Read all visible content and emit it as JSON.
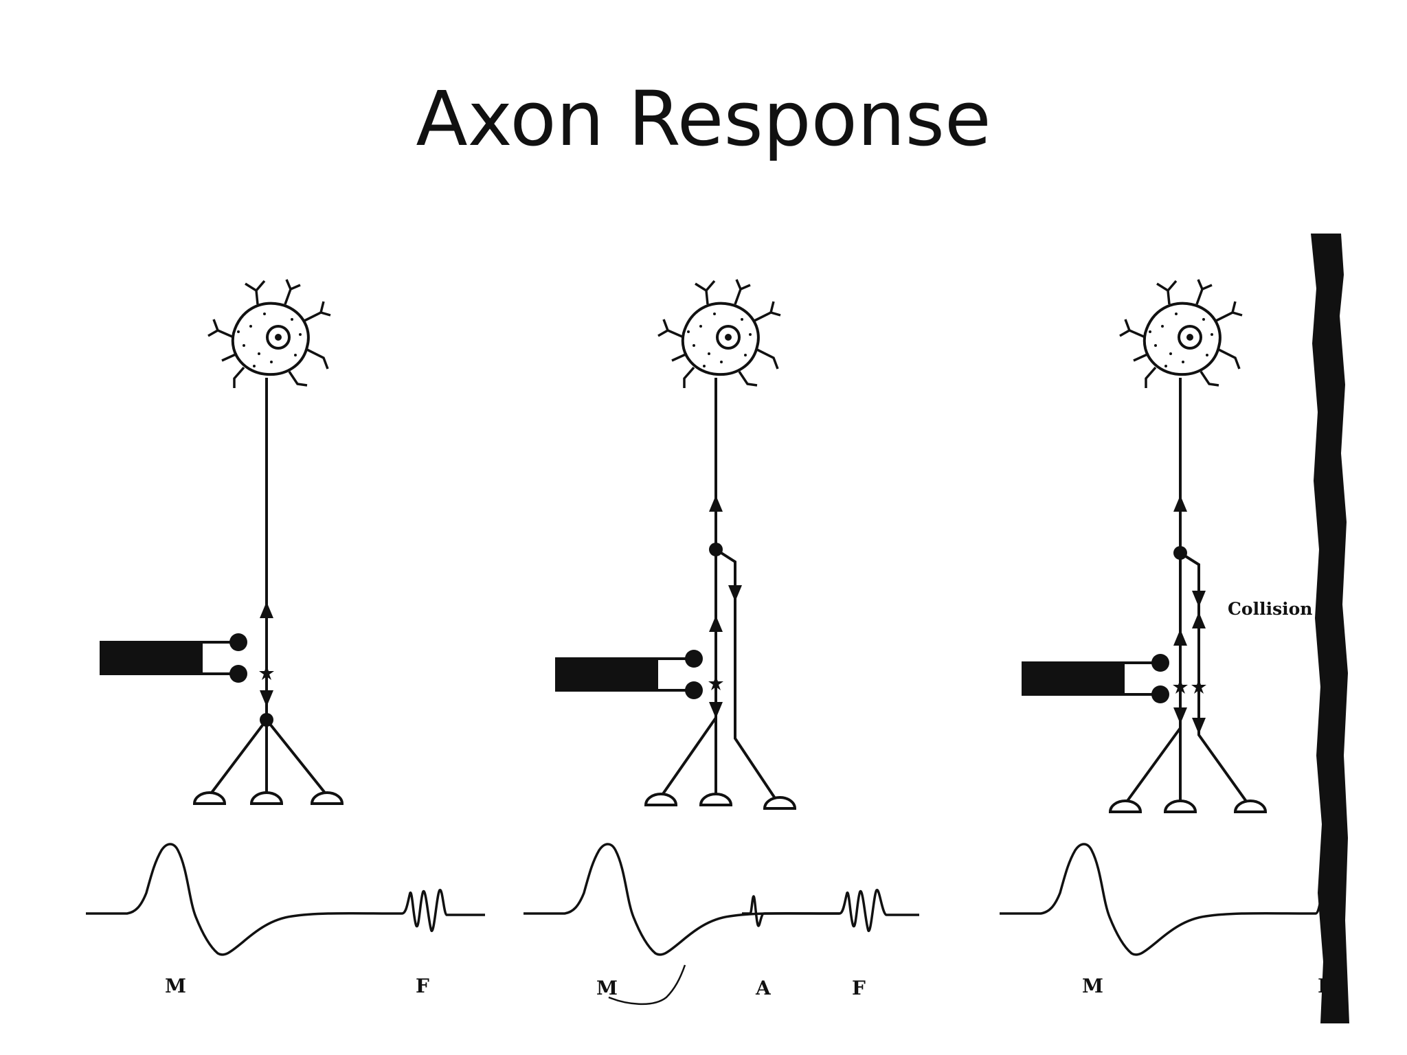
{
  "slide": {
    "title": "Axon Response"
  },
  "panels": [
    {
      "labels": [
        "M",
        "F"
      ]
    },
    {
      "labels": [
        "M",
        "A",
        "F"
      ]
    },
    {
      "labels": [
        "M",
        "F"
      ],
      "annotation": "Collision"
    }
  ],
  "colors": {
    "ink": "#111111",
    "background": "#ffffff"
  }
}
